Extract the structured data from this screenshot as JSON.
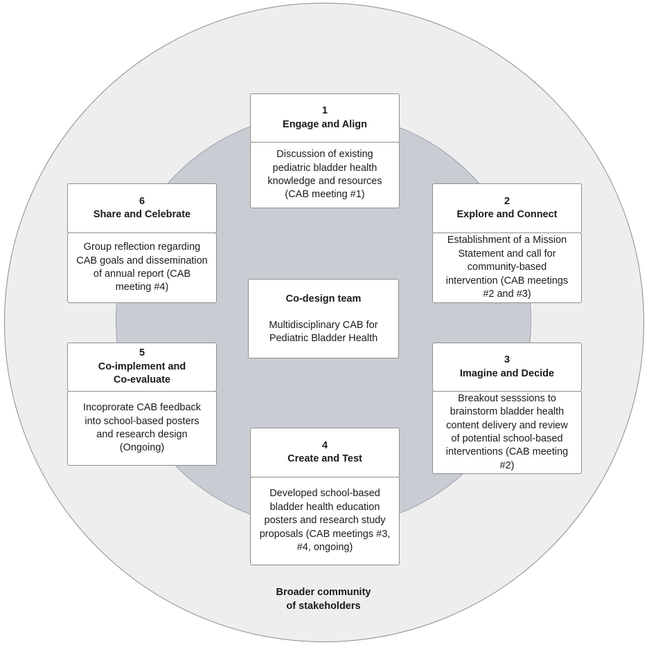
{
  "colors": {
    "outer_circle": "#eeeeee",
    "inner_circle": "#c9cdd3",
    "box_fill": "#ffffff",
    "box_border": "#8c8c8c"
  },
  "center": {
    "title": "Co-design team",
    "subtitle_lines": [
      "Multidisciplinary CAB for",
      "Pediatric Bladder Health"
    ]
  },
  "outer_label_lines": [
    "Broader community",
    "of stakeholders"
  ],
  "steps": [
    {
      "number": "1",
      "title_lines": [
        "Engage and Align"
      ],
      "description_lines": [
        "Discussion of existing",
        "pediatric bladder health",
        "knowledge and resources",
        "(CAB meeting #1)"
      ]
    },
    {
      "number": "2",
      "title_lines": [
        "Explore and Connect"
      ],
      "description_lines": [
        "Establishment of a Mission",
        "Statement and call for",
        "community-based",
        "intervention (CAB meetings",
        "#2 and #3)"
      ]
    },
    {
      "number": "3",
      "title_lines": [
        "Imagine and Decide"
      ],
      "description_lines": [
        "Breakout sesssions to",
        "brainstorm bladder health",
        "content delivery and review",
        "of potential school-based",
        "interventions (CAB meeting",
        "#2)"
      ]
    },
    {
      "number": "4",
      "title_lines": [
        "Create and Test"
      ],
      "description_lines": [
        "Developed school-based",
        "bladder health education",
        "posters and research study",
        "proposals (CAB meetings #3,",
        "#4, ongoing)"
      ]
    },
    {
      "number": "5",
      "title_lines": [
        "Co-implement and",
        "Co-evaluate"
      ],
      "description_lines": [
        "Incoprorate CAB feedback",
        "into school-based posters",
        "and research design",
        "(Ongoing)"
      ]
    },
    {
      "number": "6",
      "title_lines": [
        "Share and Celebrate"
      ],
      "description_lines": [
        "Group reflection regarding",
        "CAB goals and dissemination",
        "of annual report (CAB",
        "meeting #4)"
      ]
    }
  ]
}
